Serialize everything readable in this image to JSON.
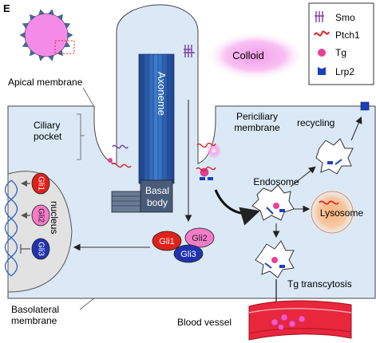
{
  "panel_label": "E",
  "labels": {
    "apical_membrane": "Apical membrane",
    "ciliary": "Ciliary",
    "pocket": "pocket",
    "axoneme": "Axoneme",
    "basal": "Basal",
    "body": "body",
    "periciliary": "Periciliary",
    "membrane": "membrane",
    "colloid": "Colloid",
    "nucleus": "nucleus",
    "endosome": "Endosome",
    "recycling": "recycling",
    "lysosome": "Lysosome",
    "tg_transcytosis": "Tg transcytosis",
    "basolateral": "Basolateral",
    "basolateral_membrane": "membrane",
    "blood_vessel": "Blood vessel"
  },
  "gli": {
    "nuclear": [
      "Gli1",
      "Gli2",
      "Gli3"
    ],
    "cytoplasmic": [
      "Gli1",
      "Gli2",
      "Gli3"
    ]
  },
  "legend": [
    {
      "icon": "smo-icon",
      "label": "Smo",
      "color": "#7b3fa0"
    },
    {
      "icon": "ptch1-icon",
      "label": "Ptch1",
      "color": "#e02020"
    },
    {
      "icon": "tg-icon",
      "label": "Tg",
      "color": "#e8409a"
    },
    {
      "icon": "lrp2-icon",
      "label": "Lrp2",
      "color": "#1a3fc0"
    }
  ],
  "colors": {
    "cell_fill": "#dbe9f6",
    "nucleus_fill": "#e2e2e2",
    "colloid": "#f6a6ee",
    "gli1": "#e0201a",
    "gli2": "#f47bc8",
    "gli3": "#2233b0",
    "vessel": "#e8263c",
    "axoneme": "#2f66b8"
  }
}
